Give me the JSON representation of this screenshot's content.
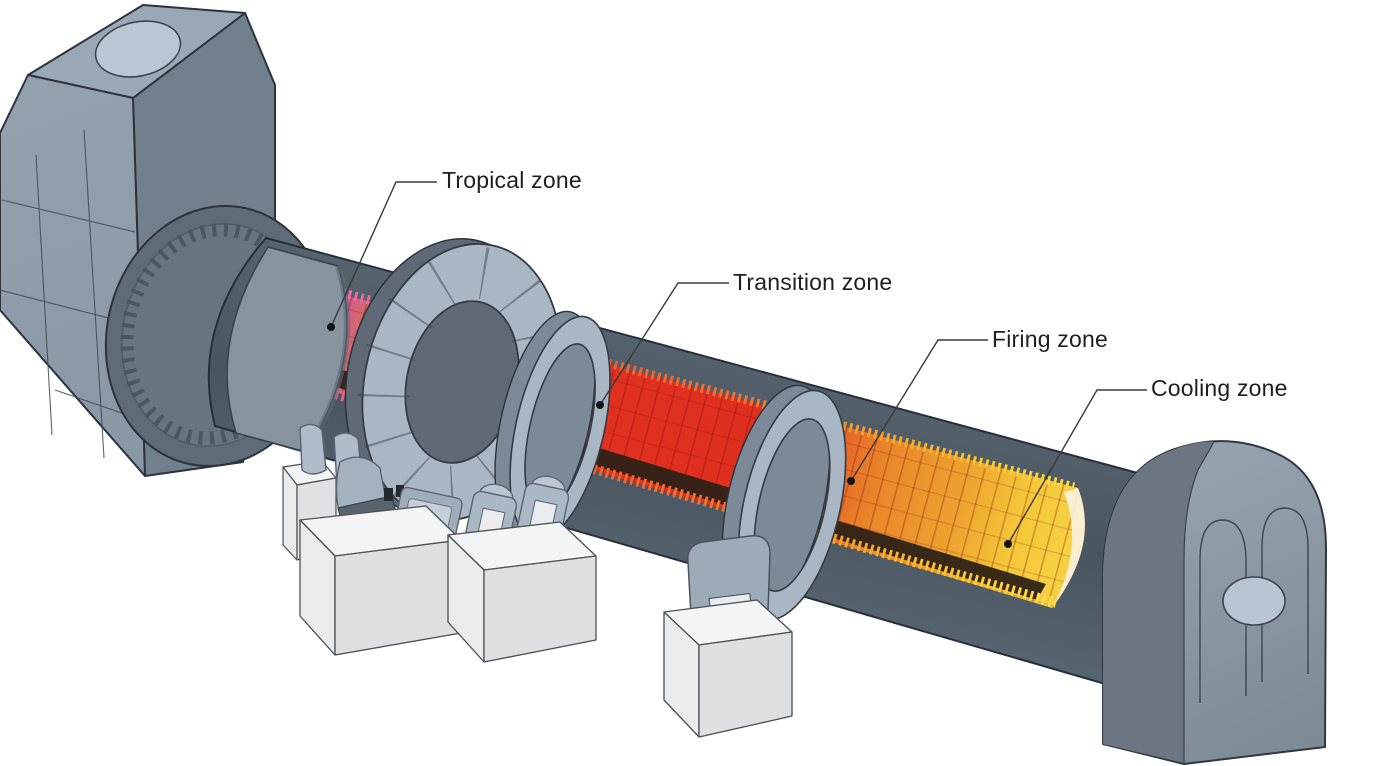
{
  "background_color": "#ffffff",
  "labels": {
    "tropical": "Tropical zone",
    "transition": "Transition zone",
    "firing": "Firing zone",
    "cooling": "Cooling zone"
  },
  "zone_colors": {
    "tropical_edge": "#d9559b",
    "tropical_lining": "#cf7550",
    "transition": "#e23122",
    "firing": "#e9872b",
    "cooling": "#f4c838",
    "material_bed": "#2e2217",
    "kiln_shell": "#4e5b66",
    "metal_light": "#a9b6c3",
    "metal_mid": "#76828f",
    "metal_dark": "#5f6b77",
    "foundation": "#eef0f2"
  }
}
